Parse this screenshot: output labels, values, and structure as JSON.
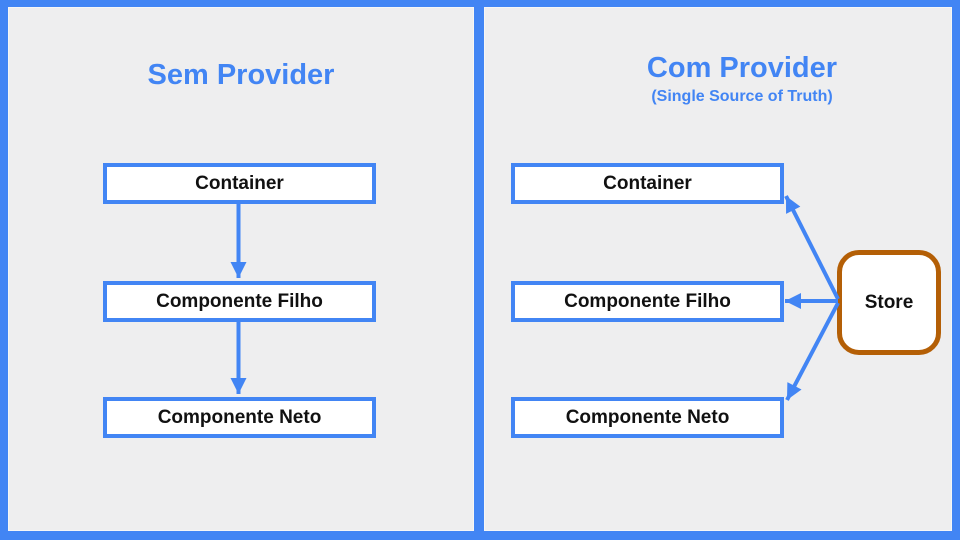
{
  "slide": {
    "left_panel": {
      "title": "Sem Provider",
      "nodes": [
        "Container",
        "Componente Filho",
        "Componente Neto"
      ]
    },
    "right_panel": {
      "title": "Com Provider",
      "subtitle": "(Single Source of Truth)",
      "nodes": [
        "Container",
        "Componente Filho",
        "Componente Neto"
      ],
      "store_label": "Store"
    }
  },
  "colors": {
    "canvas_blue": "#4285f4",
    "panel_gray": "#eeeeef",
    "node_border_blue": "#4285f4",
    "node_fill": "#ffffff",
    "arrow_blue": "#4285f4",
    "title_blue": "#4285f4",
    "label_black": "#111111",
    "store_border_orange": "#b45f06"
  }
}
